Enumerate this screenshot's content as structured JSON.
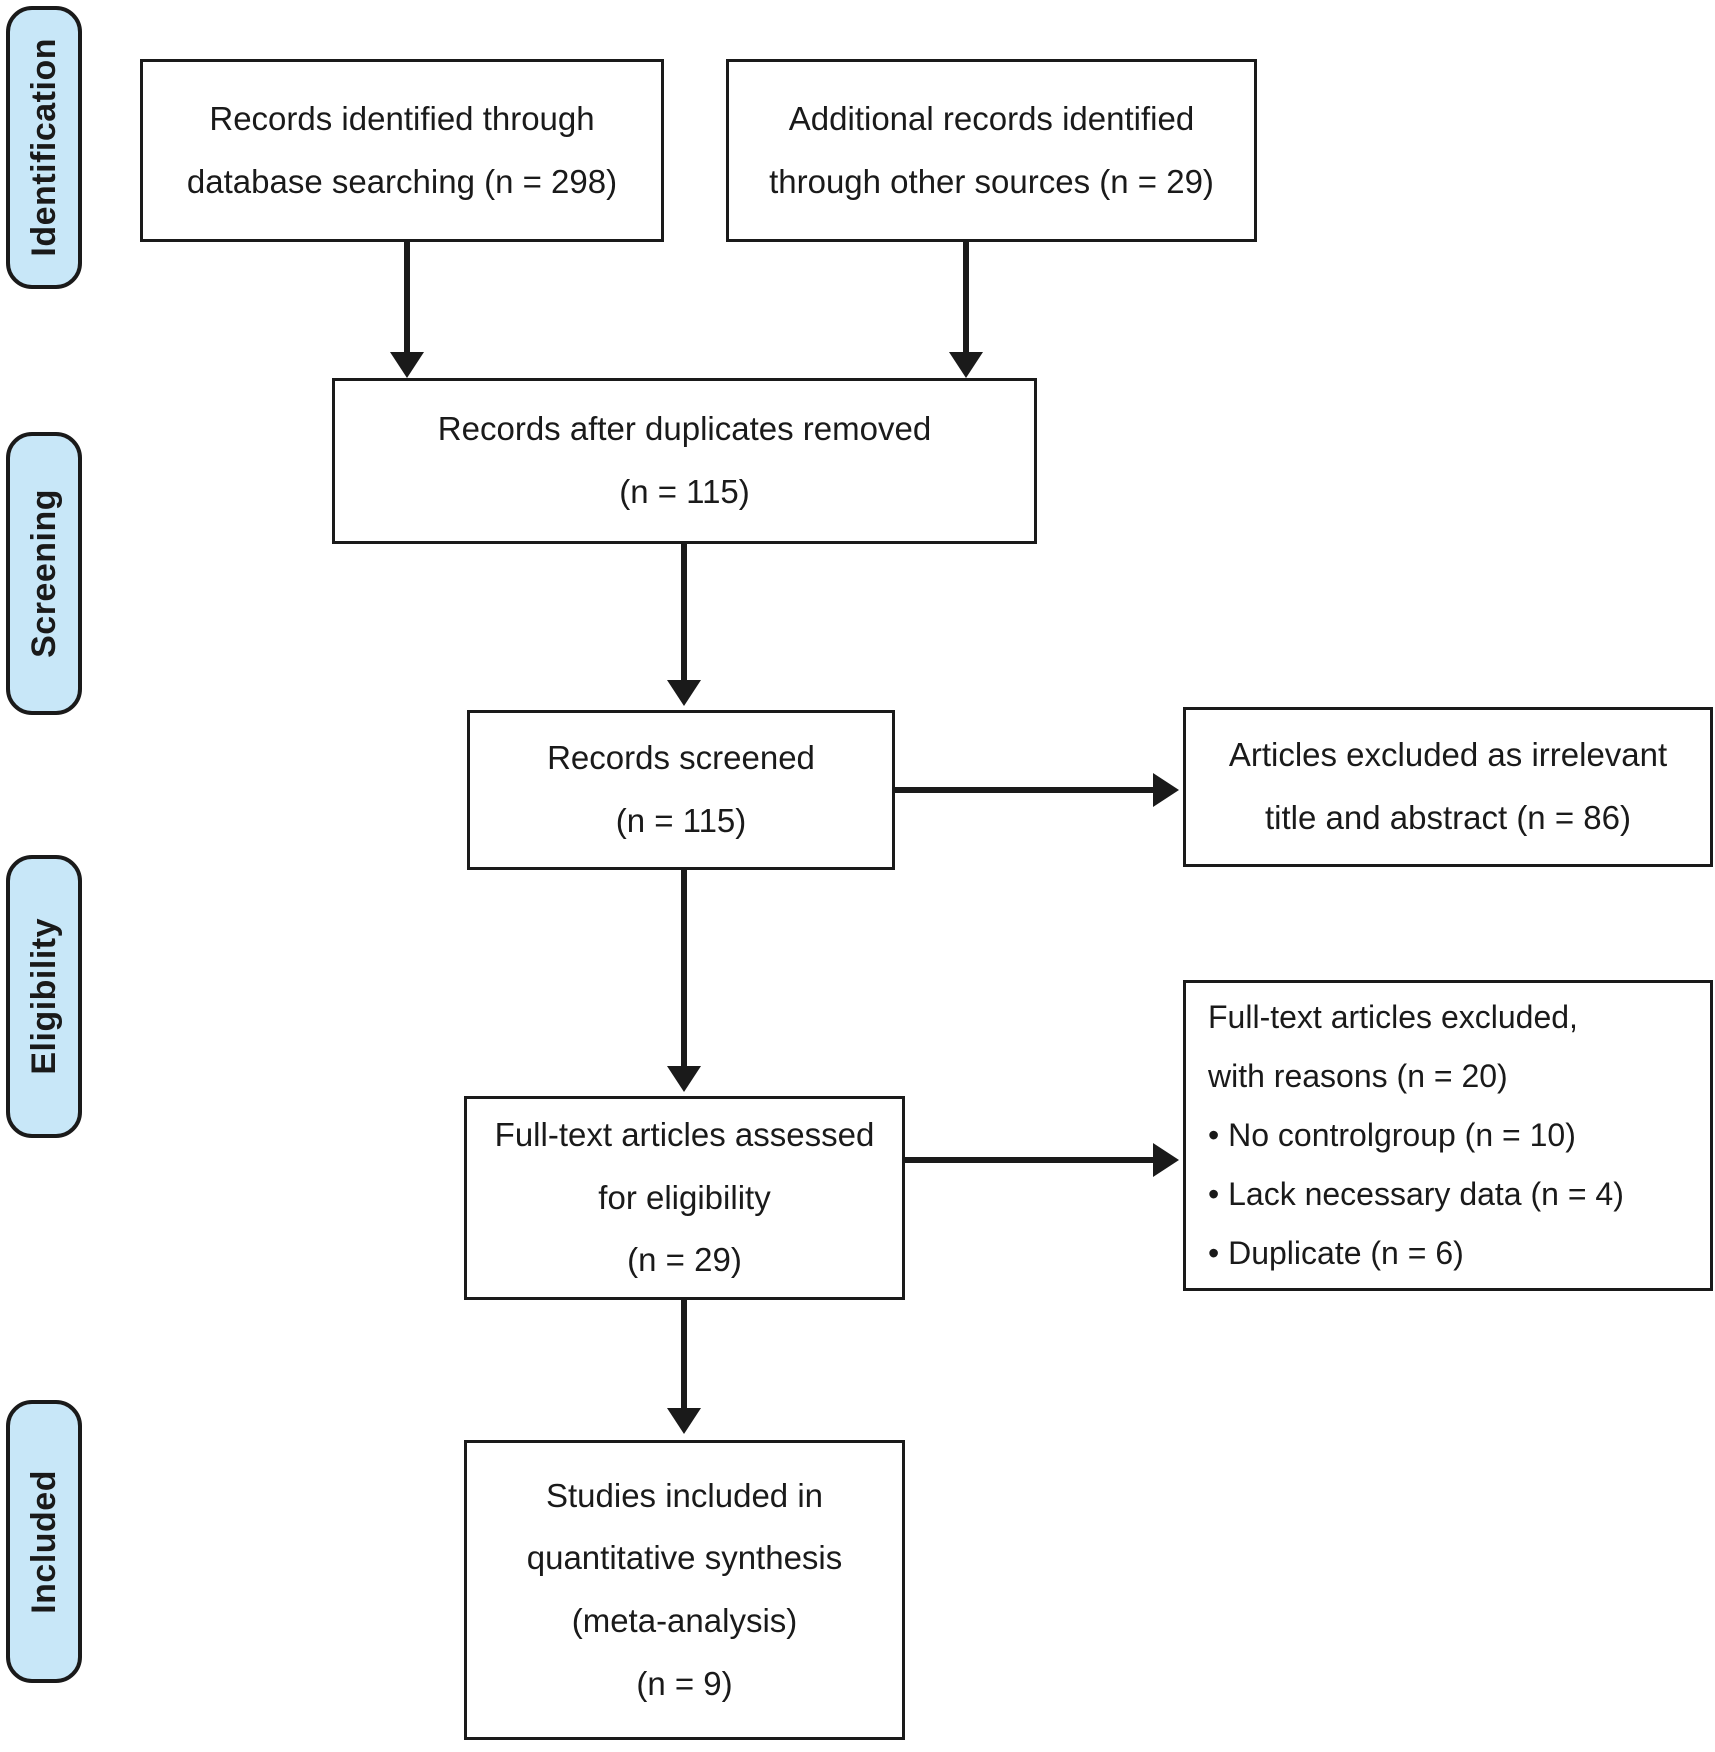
{
  "diagram": {
    "type": "prisma-flow-diagram",
    "accent_color": "#c8e7f8",
    "line_color": "#1a1a1a",
    "background": "#ffffff"
  },
  "stages": [
    {
      "label": "Identification"
    },
    {
      "label": "Screening"
    },
    {
      "label": "Eligibility"
    },
    {
      "label": "Included"
    }
  ],
  "boxes": {
    "database_records": {
      "line1": "Records identified through",
      "line2": "database searching (n = 298)",
      "n": 298
    },
    "other_records": {
      "line1": "Additional records identified",
      "line2": "through other sources (n = 29)",
      "n": 29
    },
    "duplicates_removed": {
      "line1": "Records after duplicates removed",
      "line2": "(n = 115)",
      "n": 115
    },
    "records_screened": {
      "line1": "Records screened",
      "line2": "(n = 115)",
      "n": 115
    },
    "excluded_irrelevant": {
      "line1": "Articles excluded as irrelevant",
      "line2": "title and abstract (n = 86)",
      "n": 86
    },
    "fulltext_assessed": {
      "line1": "Full-text articles assessed",
      "line2": "for eligibility",
      "line3": "(n = 29)",
      "n": 29
    },
    "fulltext_excluded": {
      "line1": "Full-text articles excluded,",
      "line2": "with reasons (n = 20)",
      "n": 20,
      "reasons": [
        "• No controlgroup (n = 10)",
        "• Lack necessary data (n = 4)",
        "• Duplicate (n = 6)"
      ]
    },
    "studies_included": {
      "line1": "Studies included in",
      "line2": "quantitative synthesis",
      "line3": "(meta-analysis)",
      "line4": "(n = 9)",
      "n": 9
    }
  }
}
